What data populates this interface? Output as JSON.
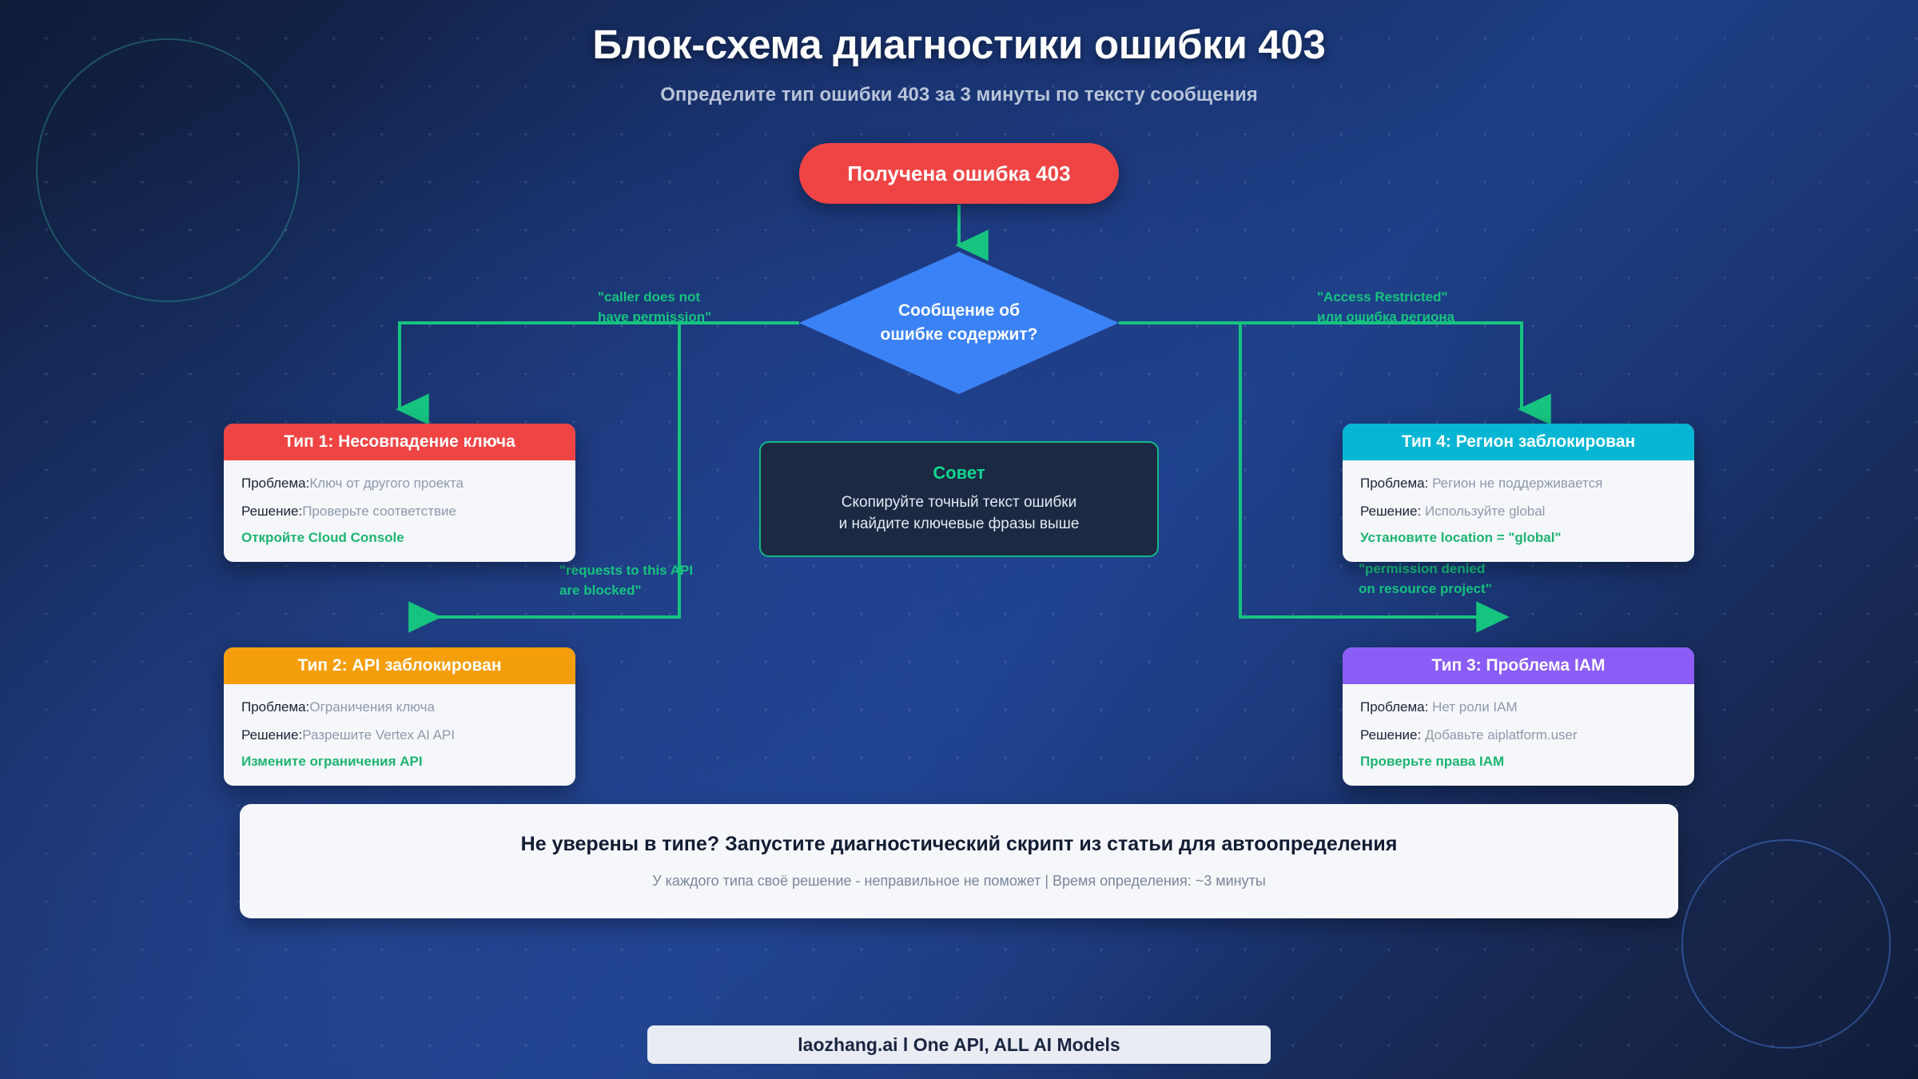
{
  "header": {
    "title": "Блок-схема диагностики ошибки 403",
    "subtitle": "Определите тип ошибки 403 за 3 минуты по тексту сообщения"
  },
  "flow": {
    "start_node": {
      "label": "Получена ошибка 403",
      "color": "#ef4444"
    },
    "decision_node": {
      "line1": "Сообщение об",
      "line2": "ошибке содержит?",
      "color": "#3b82f6"
    },
    "edge_labels": {
      "left_top": "\"caller does not\nhave permission\"",
      "left_bottom": "\"requests to this API\nare blocked\"",
      "right_top": "\"Access Restricted\"\nили ошибка региона",
      "right_bottom": "\"permission denied\non resource project\""
    },
    "cards": [
      {
        "id": "card1",
        "header": "Тип 1: Несовпадение ключа",
        "header_color": "#ef4444",
        "problem_label": "Проблема:",
        "problem_value": "Ключ от другого проекта",
        "solution_label": "Решение:",
        "solution_value": "Проверьте соответствие",
        "action": "Откройте Cloud Console"
      },
      {
        "id": "card2",
        "header": "Тип 2: API заблокирован",
        "header_color": "#f59e0b",
        "problem_label": "Проблема:",
        "problem_value": "Ограничения ключа",
        "solution_label": "Решение:",
        "solution_value": "Разрешите Vertex AI API",
        "action": "Измените ограничения API"
      },
      {
        "id": "card3",
        "header": "Тип 3: Проблема IAM",
        "header_color": "#8b5cf6",
        "problem_label": "Проблема: ",
        "problem_value": "Нет роли IAM",
        "solution_label": "Решение: ",
        "solution_value": "Добавьте aiplatform.user",
        "action": "Проверьте права IAM"
      },
      {
        "id": "card4",
        "header": "Тип 4: Регион заблокирован",
        "header_color": "#06b6d4",
        "problem_label": "Проблема: ",
        "problem_value": "Регион не поддерживается",
        "solution_label": "Решение: ",
        "solution_value": "Используйте global",
        "action": "Установите location = \"global\""
      }
    ],
    "tip": {
      "title": "Совет",
      "line1": "Скопируйте точный текст ошибки",
      "line2": "и найдите ключевые фразы выше",
      "border_color": "#12b886"
    },
    "connector_color": "#16c47f"
  },
  "banner": {
    "title": "Не уверены в типе? Запустите диагностический скрипт из статьи для автоопределения",
    "subtitle": "У каждого типа своё решение - неправильное не поможет | Время определения: ~3 минуты"
  },
  "footer": {
    "badge": "laozhang.ai l One API, ALL AI Models"
  }
}
